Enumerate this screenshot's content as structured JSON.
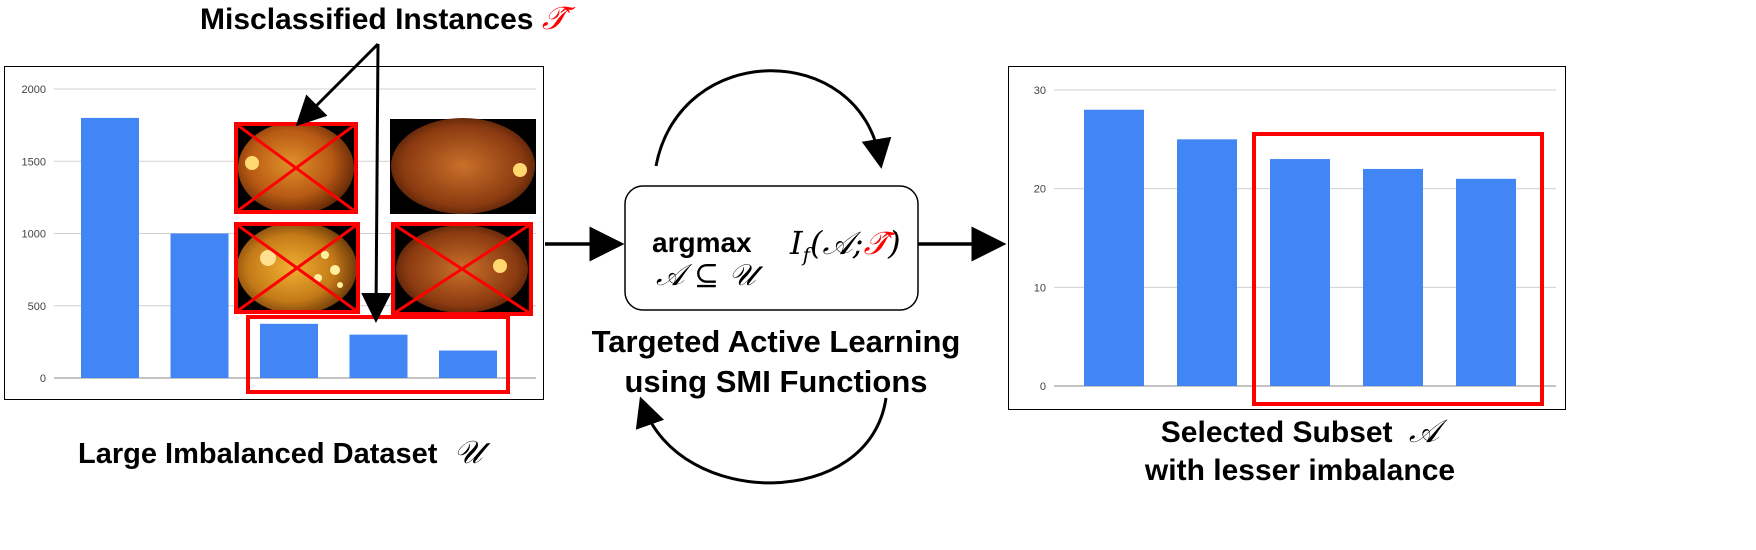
{
  "title_misclassified": "Misclassified Instances",
  "symbol_T": "𝒯̂",
  "label_dataset": "Large Imbalanced Dataset",
  "symbol_U": "𝒰",
  "label_targeted_line1": "Targeted Active Learning",
  "label_targeted_line2": "using SMI Functions",
  "label_subset_line1": "Selected Subset",
  "symbol_A": "𝒜",
  "label_subset_line2": "with lesser imbalance",
  "formula": {
    "argmax": "argmax",
    "constraint": "𝒜 ⊆ 𝒰",
    "func": "I",
    "func_sub": "f",
    "open": "(𝒜;",
    "target": "𝒯̂",
    "close": ")"
  },
  "colors": {
    "bar": "#4285f4",
    "highlight": "#ff0000",
    "arrow": "#000000"
  },
  "thumbnails": [
    {
      "name": "fundus-1",
      "crossed": true
    },
    {
      "name": "fundus-2",
      "crossed": false
    },
    {
      "name": "fundus-3",
      "crossed": true
    },
    {
      "name": "fundus-4",
      "crossed": true
    }
  ],
  "chart_data": [
    {
      "type": "bar",
      "categories": [
        "",
        "",
        "",
        "",
        ""
      ],
      "values": [
        1800,
        1000,
        375,
        300,
        190
      ],
      "ylim": [
        0,
        2000
      ],
      "yticks": [
        0,
        500,
        1000,
        1500,
        2000
      ],
      "grid": true,
      "highlighted": [
        2,
        3,
        4
      ]
    },
    {
      "type": "bar",
      "categories": [
        "",
        "",
        "",
        "",
        ""
      ],
      "values": [
        28,
        25,
        23,
        22,
        21
      ],
      "ylim": [
        0,
        30
      ],
      "yticks": [
        0,
        10,
        20,
        30
      ],
      "grid": true,
      "highlighted": [
        2,
        3,
        4
      ]
    }
  ]
}
